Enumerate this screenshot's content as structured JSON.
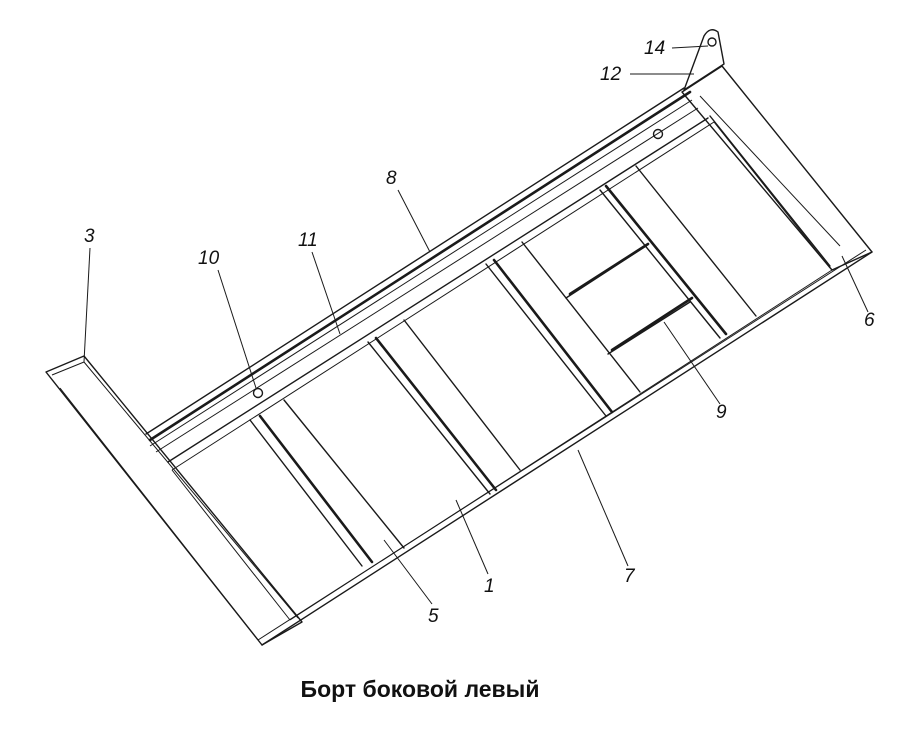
{
  "caption": "Борт боковой левый",
  "callouts": [
    {
      "id": "c1",
      "label": "1"
    },
    {
      "id": "c3",
      "label": "3"
    },
    {
      "id": "c5",
      "label": "5"
    },
    {
      "id": "c6",
      "label": "6"
    },
    {
      "id": "c7",
      "label": "7"
    },
    {
      "id": "c8",
      "label": "8"
    },
    {
      "id": "c9",
      "label": "9"
    },
    {
      "id": "c10",
      "label": "10"
    },
    {
      "id": "c11",
      "label": "11"
    },
    {
      "id": "c12",
      "label": "12"
    },
    {
      "id": "c14",
      "label": "14"
    }
  ]
}
